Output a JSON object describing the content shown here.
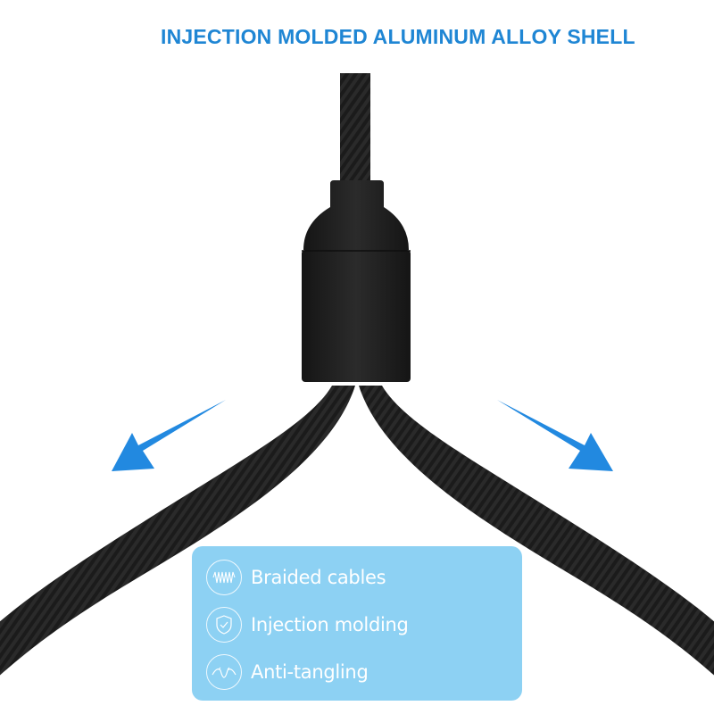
{
  "headline": "INJECTION MOLDED ALUMINUM ALLOY SHELL",
  "colors": {
    "accent_blue": "#1f86d4",
    "arrow_blue": "#2289e0",
    "panel_blue": "#8dd1f3",
    "cable_black": "#1b1b1b",
    "connector_black": "#222222",
    "background": "#ffffff"
  },
  "scene": {
    "product": "braided cable splitter with aluminum shell connector",
    "arrows": [
      {
        "direction": "down-left",
        "icon": "arrow-down-left-icon"
      },
      {
        "direction": "down-right",
        "icon": "arrow-down-right-icon"
      }
    ]
  },
  "features": [
    {
      "label": "Braided cables",
      "icon": "braid-icon"
    },
    {
      "label": "Injection molding",
      "icon": "shield-check-icon"
    },
    {
      "label": "Anti-tangling",
      "icon": "untangle-icon"
    }
  ]
}
